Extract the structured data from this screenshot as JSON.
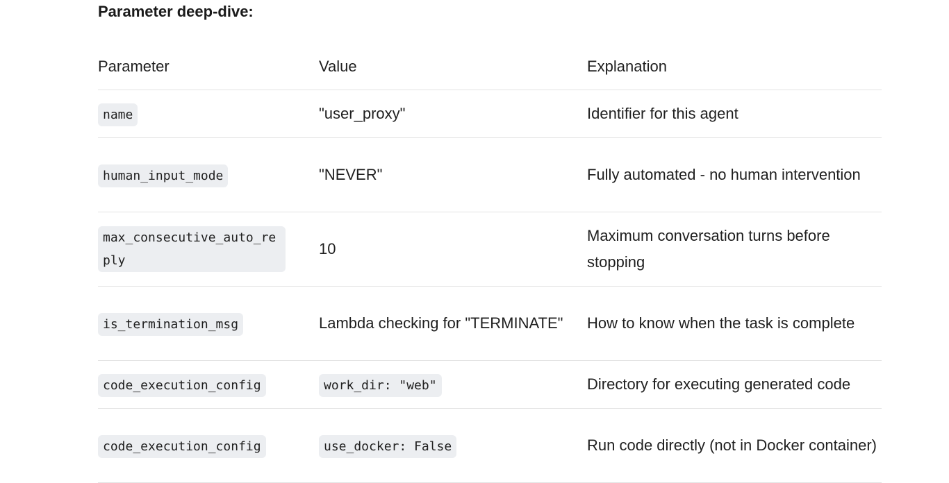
{
  "heading": "Parameter deep-dive:",
  "table": {
    "headers": [
      "Parameter",
      "Value",
      "Explanation"
    ],
    "rows": [
      {
        "parameter": "name",
        "value": "\"user_proxy\"",
        "value_is_code": false,
        "explanation": "Identifier for this agent"
      },
      {
        "parameter": "human_input_mode",
        "value": "\"NEVER\"",
        "value_is_code": false,
        "explanation": "Fully automated - no human intervention"
      },
      {
        "parameter": "max_consecutive_auto_reply",
        "value": "10",
        "value_is_code": false,
        "explanation": "Maximum conversation turns before stopping"
      },
      {
        "parameter": "is_termination_msg",
        "value": "Lambda checking for \"TERMINATE\"",
        "value_is_code": false,
        "explanation": "How to know when the task is complete"
      },
      {
        "parameter": "code_execution_config",
        "value": "work_dir: \"web\"",
        "value_is_code": true,
        "explanation": "Directory for executing generated code"
      },
      {
        "parameter": "code_execution_config",
        "value": "use_docker: False",
        "value_is_code": true,
        "explanation": "Run code directly (not in Docker container)"
      }
    ]
  }
}
